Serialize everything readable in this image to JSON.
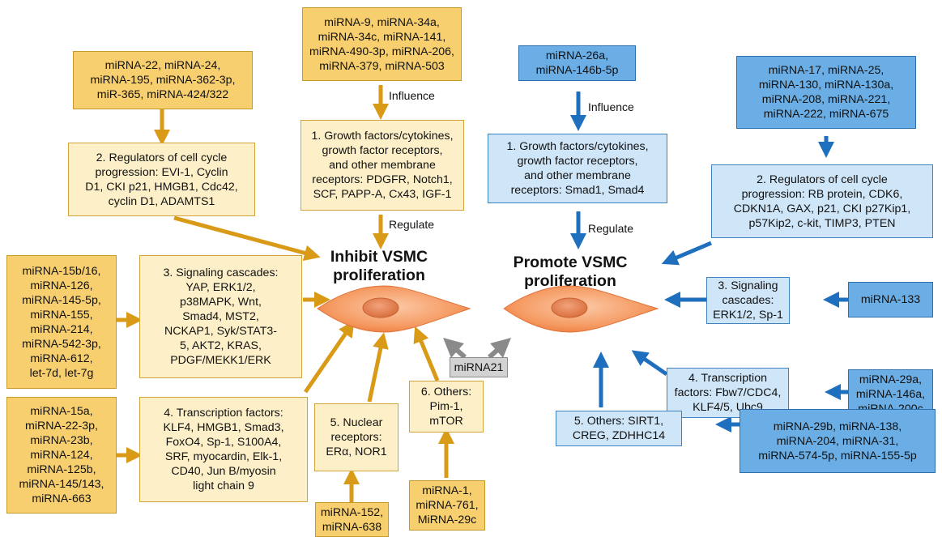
{
  "inhibit": {
    "title": "Inhibit VSMC\nproliferation",
    "influence_label": "Influence",
    "regulate_label": "Regulate",
    "mirnas": {
      "growth": "miRNA-9, miRNA-34a,\nmiRNA-34c, miRNA-141,\nmiRNA-490-3p, miRNA-206,\nmiRNA-379, miRNA-503",
      "cell_cycle": "miRNA-22, miRNA-24,\nmiRNA-195, miRNA-362-3p,\nmiR-365, miRNA-424/322",
      "signaling": "miRNA-15b/16,\nmiRNA-126,\nmiRNA-145-5p,\nmiRNA-155,\nmiRNA-214,\nmiRNA-542-3p,\nmiRNA-612,\nlet-7d, let-7g",
      "transcription": "miRNA-15a,\nmiRNA-22-3p,\nmiRNA-23b,\nmiRNA-124,\nmiRNA-125b,\nmiRNA-145/143,\nmiRNA-663",
      "nuclear": "miRNA-152,\nmiRNA-638",
      "others": "miRNA-1,\nmiRNA-761,\nMiRNA-29c"
    },
    "targets": {
      "growth": "1. Growth factors/cytokines,\ngrowth factor receptors,\nand other membrane\nreceptors: PDGFR, Notch1,\nSCF, PAPP-A, Cx43, IGF-1",
      "cell_cycle": "2. Regulators of cell cycle\nprogression: EVI-1, Cyclin\nD1, CKI p21, HMGB1, Cdc42,\ncyclin D1, ADAMTS1",
      "signaling": "3. Signaling cascades:\nYAP, ERK1/2,\np38MAPK, Wnt,\nSmad4, MST2,\nNCKAP1, Syk/STAT3-\n5, AKT2, KRAS,\nPDGF/MEKK1/ERK",
      "transcription": "4. Transcription factors:\nKLF4, HMGB1, Smad3,\nFoxO4, Sp-1, S100A4,\nSRF, myocardin, Elk-1,\nCD40, Jun B/myosin\nlight chain 9",
      "nuclear": "5. Nuclear\nreceptors:\nERα, NOR1",
      "others": "6. Others:\nPim-1,\nmTOR"
    }
  },
  "shared": {
    "label": "miRNA21"
  },
  "promote": {
    "title": "Promote VSMC\nproliferation",
    "influence_label": "Influence",
    "regulate_label": "Regulate",
    "mirnas": {
      "growth": "miRNA-26a,\nmiRNA-146b-5p",
      "cell_cycle": "miRNA-17, miRNA-25,\nmiRNA-130, miRNA-130a,\nmiRNA-208, miRNA-221,\nmiRNA-222, miRNA-675",
      "signaling": "miRNA-133",
      "transcription": "miRNA-29a,\nmiRNA-146a,\nmiRNA-200c",
      "others": "miRNA-29b, miRNA-138,\nmiRNA-204, miRNA-31,\nmiRNA-574-5p, miRNA-155-5p"
    },
    "targets": {
      "growth": "1. Growth factors/cytokines,\ngrowth factor receptors,\nand other membrane\nreceptors: Smad1, Smad4",
      "cell_cycle": "2. Regulators of cell cycle\nprogression: RB protein, CDK6,\nCDKN1A, GAX, p21, CKI p27Kip1,\np57Kip2, c-kit, TIMP3, PTEN",
      "signaling": "3. Signaling\ncascades:\nERK1/2, Sp-1",
      "transcription": "4. Transcription\nfactors: Fbw7/CDC4,\nKLF4/5, Ubc9",
      "others": "5. Others: SIRT1,\nCREG, ZDHHC14"
    }
  },
  "colors": {
    "orange_dark": "#f8cf6e",
    "orange_light": "#fdf0c8",
    "orange_arrow": "#d99a18",
    "blue_dark": "#6aaee5",
    "blue_light": "#cfe5f8",
    "blue_arrow": "#1f6fbf",
    "grey": "#d2d2d2",
    "grey_arrow": "#8a8a8a",
    "cell_fill": "#f6a06a",
    "nucleus_fill": "#e8855a"
  }
}
